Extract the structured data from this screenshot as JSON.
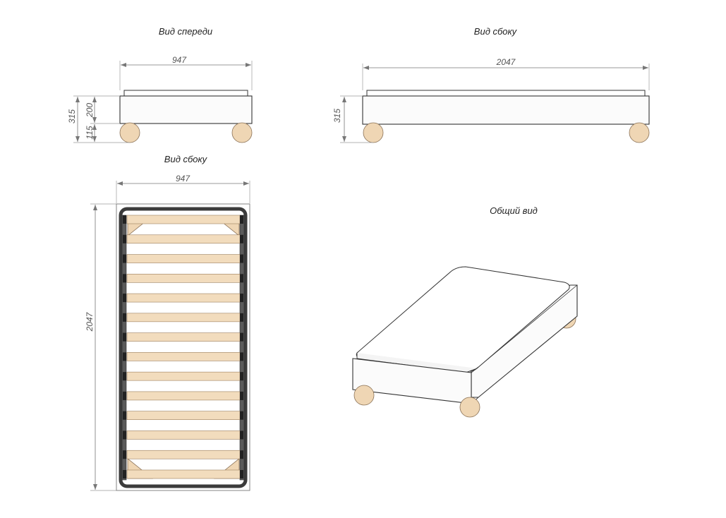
{
  "views": {
    "front": {
      "title": "Вид спереди",
      "width_label": "947",
      "height_total": "315",
      "height_frame": "200",
      "height_leg": "115"
    },
    "side": {
      "title": "Вид сбоку",
      "length_label": "2047",
      "height_total": "315"
    },
    "top": {
      "title": "Вид сбоку",
      "width_label": "947",
      "length_label": "2047"
    },
    "iso": {
      "title": "Общий вид"
    }
  },
  "colors": {
    "wood": "#efd6b4",
    "frame": "#3b3b3b",
    "line": "#333333"
  }
}
